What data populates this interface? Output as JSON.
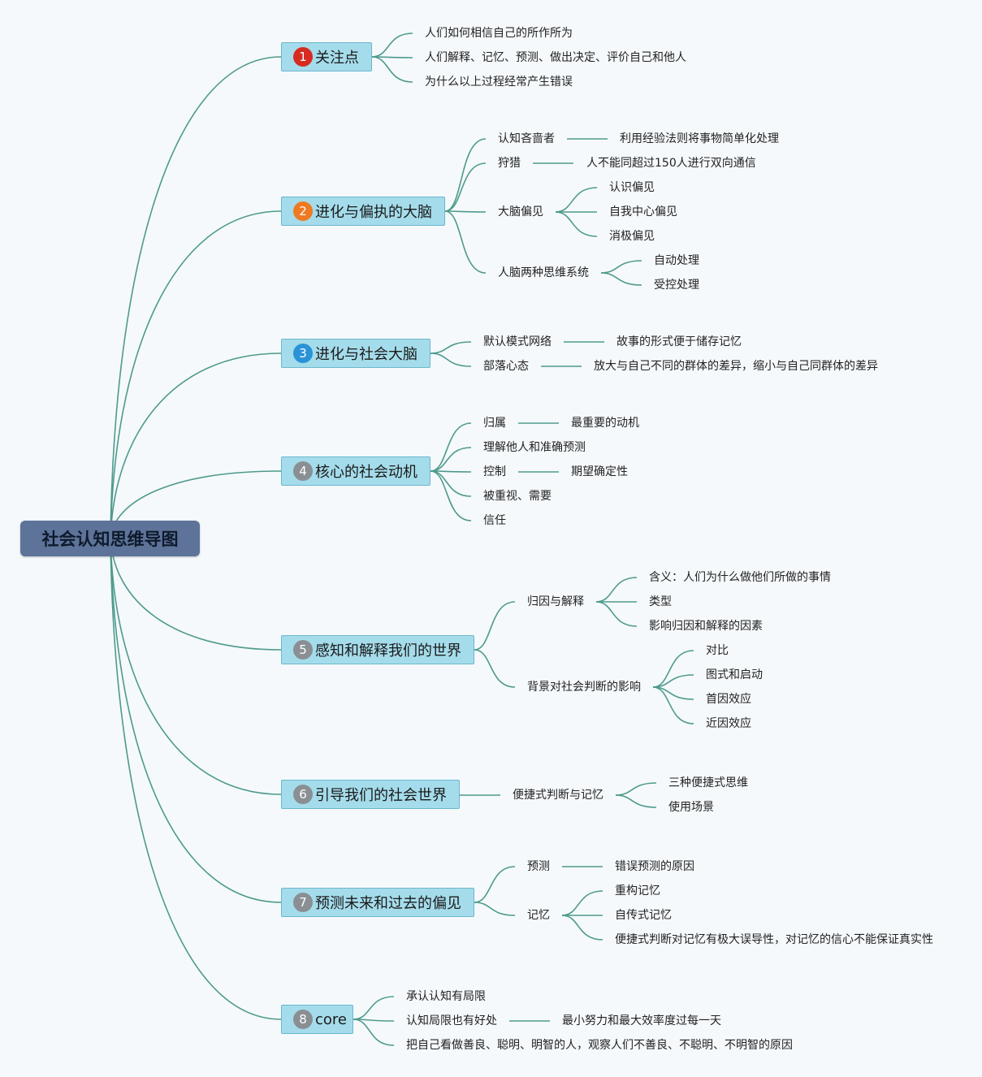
{
  "colors": {
    "line": "#4e9a8c",
    "root_bg": "#5d7399",
    "branch_bg": "#a5dceb",
    "badge_red": "#d72b22",
    "badge_orange": "#ee7a22",
    "badge_blue": "#2a93d8",
    "badge_gray": "#8a8f94"
  },
  "root": "社会认知思维导图",
  "branches": [
    {
      "num": "1",
      "label": "关注点",
      "children": [
        "人们如何相信自己的所作所为",
        "人们解释、记忆、预测、做出决定、评价自己和他人",
        "为什么以上过程经常产生错误"
      ]
    },
    {
      "num": "2",
      "label": "进化与偏执的大脑",
      "children": [
        {
          "label": "认知吝啬者",
          "detail": "利用经验法则将事物简单化处理"
        },
        {
          "label": "狩猎",
          "detail": "人不能同超过150人进行双向通信"
        },
        {
          "label": "大脑偏见",
          "items": [
            "认识偏见",
            "自我中心偏见",
            "消极偏见"
          ]
        },
        {
          "label": "人脑两种思维系统",
          "items": [
            "自动处理",
            "受控处理"
          ]
        }
      ]
    },
    {
      "num": "3",
      "label": "进化与社会大脑",
      "children": [
        {
          "label": "默认模式网络",
          "detail": "故事的形式便于储存记忆"
        },
        {
          "label": "部落心态",
          "detail": "放大与自己不同的群体的差异，缩小与自己同群体的差异"
        }
      ]
    },
    {
      "num": "4",
      "label": "核心的社会动机",
      "children": [
        {
          "label": "归属",
          "detail": "最重要的动机"
        },
        {
          "label": "理解他人和准确预测"
        },
        {
          "label": "控制",
          "detail": "期望确定性"
        },
        {
          "label": "被重视、需要"
        },
        {
          "label": "信任"
        }
      ]
    },
    {
      "num": "5",
      "label": "感知和解释我们的世界",
      "children": [
        {
          "label": "归因与解释",
          "items": [
            "含义：人们为什么做他们所做的事情",
            "类型",
            "影响归因和解释的因素"
          ]
        },
        {
          "label": "背景对社会判断的影响",
          "items": [
            "对比",
            "图式和启动",
            "首因效应",
            "近因效应"
          ]
        }
      ]
    },
    {
      "num": "6",
      "label": "引导我们的社会世界",
      "children": [
        {
          "label": "便捷式判断与记忆",
          "items": [
            "三种便捷式思维",
            "使用场景"
          ]
        }
      ]
    },
    {
      "num": "7",
      "label": "预测未来和过去的偏见",
      "children": [
        {
          "label": "预测",
          "detail": "错误预测的原因"
        },
        {
          "label": "记忆",
          "items": [
            "重构记忆",
            "自传式记忆",
            "便捷式判断对记忆有极大误导性，对记忆的信心不能保证真实性"
          ]
        }
      ]
    },
    {
      "num": "8",
      "label": "core",
      "children": [
        {
          "label": "承认认知有局限"
        },
        {
          "label": "认知局限也有好处",
          "detail": "最小努力和最大效率度过每一天"
        },
        {
          "label": "把自己看做善良、聪明、明智的人，观察人们不善良、不聪明、不明智的原因"
        }
      ]
    }
  ]
}
